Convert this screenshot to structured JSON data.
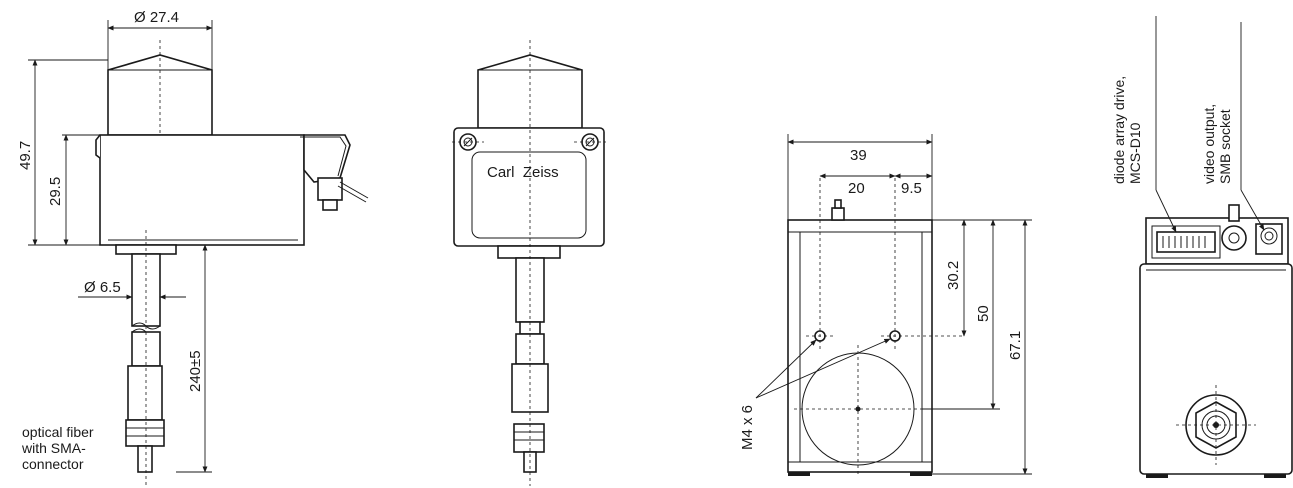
{
  "views": {
    "side": {
      "dim_head_diameter": "Ø 27.4",
      "dim_total_height": "49.7",
      "dim_body_height": "29.5",
      "dim_fiber_diameter": "Ø 6.5",
      "dim_fiber_length": "240±5",
      "fiber_note_line1": "optical fiber",
      "fiber_note_line2": "with SMA-",
      "fiber_note_line3": "connector"
    },
    "front": {
      "logo_text": "Carl  Zeiss"
    },
    "back": {
      "dim_width": "39",
      "dim_hole_offset": "20",
      "dim_edge_offset": "9.5",
      "dim_hole_height": "30.2",
      "dim_center_height": "50",
      "dim_total_height": "67.1",
      "thread_note": "M4 x 6"
    },
    "top": {
      "note_drive_line1": "diode array drive,",
      "note_drive_line2": "MCS-D10",
      "note_video_line1": "video output,",
      "note_video_line2": "SMB socket"
    }
  }
}
